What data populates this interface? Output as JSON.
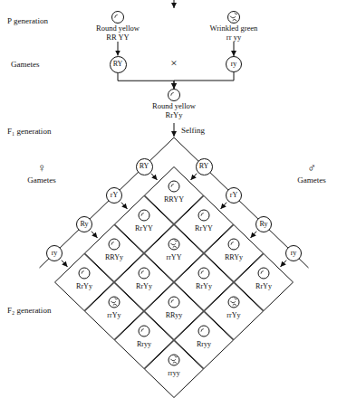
{
  "diagram": {
    "nodes": [
      {
        "text": [
          "Round yellow",
          "RR YY"
        ]
      },
      {
        "text": [
          "Wrinkled green",
          "rr yy"
        ]
      },
      {
        "text": [
          "RY"
        ]
      },
      {
        "text": [
          "ry"
        ]
      },
      {
        "text": [
          "Round yellow",
          "RrYy"
        ]
      },
      {
        "text": [
          "RY"
        ]
      },
      {
        "text": [
          "rY"
        ]
      },
      {
        "text": [
          "Ry"
        ]
      },
      {
        "text": [
          "ry"
        ]
      },
      {
        "text": [
          "RY"
        ]
      },
      {
        "text": [
          "rY"
        ]
      },
      {
        "text": [
          "Ry"
        ]
      },
      {
        "text": [
          "ry"
        ]
      },
      {
        "text": [
          "RRYY"
        ]
      },
      {
        "text": [
          "RrYY"
        ]
      },
      {
        "text": [
          "RrYY"
        ]
      },
      {
        "text": [
          "RRYy"
        ]
      },
      {
        "text": [
          "rrYY"
        ]
      },
      {
        "text": [
          "RRYy"
        ]
      },
      {
        "text": [
          "RrYy"
        ]
      },
      {
        "text": [
          "RrYy"
        ]
      },
      {
        "text": [
          "RrYy"
        ]
      },
      {
        "text": [
          "RrYy"
        ]
      },
      {
        "text": [
          "rrYy"
        ]
      },
      {
        "text": [
          "RRyy"
        ]
      },
      {
        "text": [
          "rrYy"
        ]
      },
      {
        "text": [
          "Rryy"
        ]
      },
      {
        "text": [
          "Rryy"
        ]
      },
      {
        "text": [
          "rryy"
        ]
      }
    ],
    "edges": [
      {
        "from": 0,
        "to": 2,
        "arrow": "to"
      },
      {
        "from": 1,
        "to": 3,
        "arrow": "to"
      },
      {
        "from": 2,
        "to": 4,
        "arrow": "to"
      },
      {
        "from": 3,
        "to": 4,
        "arrow": "to"
      }
    ],
    "labels": [
      "P generation",
      "Gametes",
      "×",
      "Selfing",
      "F₁ generation",
      "♀",
      "Gametes",
      "♂",
      "Gametes",
      "F₂ generation"
    ]
  }
}
